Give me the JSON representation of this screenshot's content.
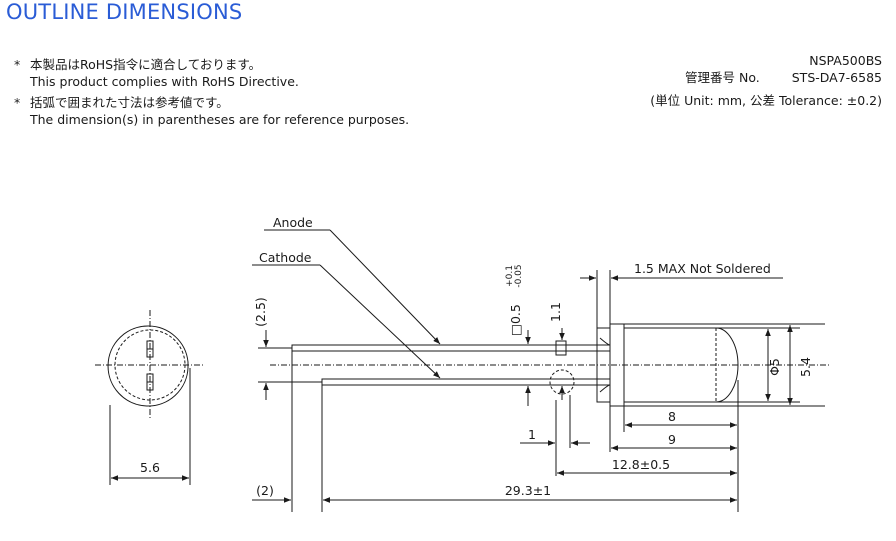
{
  "title": "OUTLINE DIMENSIONS",
  "notes": [
    {
      "marker": "*",
      "jp": "本製品はRoHS指令に適合しております。",
      "en": "This product complies with RoHS Directive."
    },
    {
      "marker": "*",
      "jp": "括弧で囲まれた寸法は参考値です。",
      "en": "The dimension(s) in parentheses are for reference purposes."
    }
  ],
  "info": {
    "part_number": "NSPA500BS",
    "mgmt_label": "管理番号 No.",
    "mgmt_number": "STS-DA7-6585",
    "unit_note": "(単位 Unit: mm,  公差 Tolerance: ±0.2)"
  },
  "drawing": {
    "anode_label": "Anode",
    "cathode_label": "Cathode",
    "not_soldered": "1.5 MAX Not Soldered",
    "lead_square": "□0.5",
    "lead_square_upper_tol": "+0.1",
    "lead_square_lower_tol": "-0.05",
    "dim_1_1": "1.1",
    "dim_2_5": "(2.5)",
    "dim_phi5": "Φ5",
    "dim_5_4": "5.4",
    "dim_8": "8",
    "dim_9": "9",
    "dim_1": "1",
    "dim_12_8": "12.8±0.5",
    "dim_2": "(2)",
    "dim_29_3": "29.3±1",
    "dim_5_6": "5.6"
  }
}
